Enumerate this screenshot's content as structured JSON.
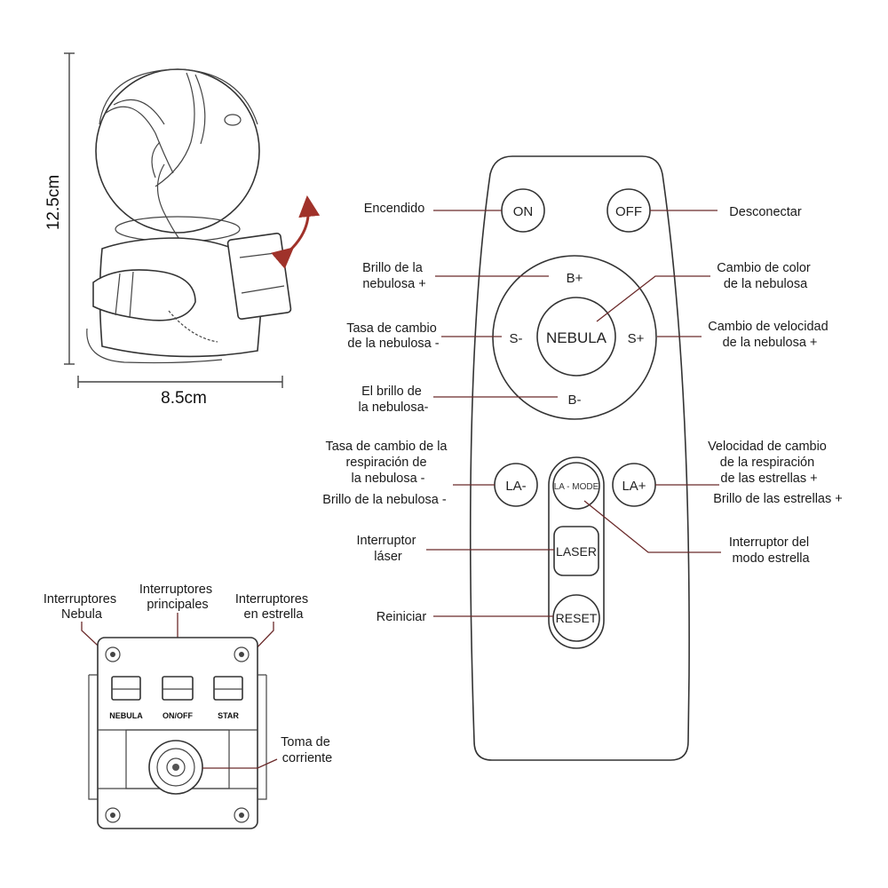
{
  "dimensions": {
    "height": "12.5cm",
    "width": "8.5cm"
  },
  "remote": {
    "buttons": {
      "on": "ON",
      "off": "OFF",
      "b_plus": "B+",
      "b_minus": "B-",
      "s_minus": "S-",
      "s_plus": "S+",
      "nebula": "NEBULA",
      "la_minus": "LA-",
      "la_plus": "LA+",
      "la_mode": "LA - MODE",
      "laser": "LASER",
      "reset": "RESET"
    },
    "labels": {
      "encendido": "Encendido",
      "desconectar": "Desconectar",
      "brillo_plus": [
        "Brillo de la",
        "nebulosa +"
      ],
      "cambio_color": [
        "Cambio de color",
        "de la nebulosa"
      ],
      "tasa_minus": [
        "Tasa de cambio",
        "de la nebulosa -"
      ],
      "vel_plus": [
        "Cambio de velocidad",
        "de la nebulosa +"
      ],
      "brillo_minus": [
        "El brillo de",
        "la nebulosa-"
      ],
      "respiracion_minus": [
        "Tasa de cambio de la",
        "respiración de",
        "la nebulosa -"
      ],
      "brillo_nebulosa_minus": "Brillo de la nebulosa -",
      "respiracion_plus": [
        "Velocidad de cambio",
        "de la respiración",
        "de las estrellas +"
      ],
      "brillo_estrellas_plus": "Brillo de las estrellas +",
      "interruptor_laser": [
        "Interruptor",
        "láser"
      ],
      "interruptor_modo": [
        "Interruptor del",
        "modo estrella"
      ],
      "reiniciar": "Reiniciar"
    }
  },
  "base": {
    "labels": {
      "nebula_switches": [
        "Interruptores",
        "Nebula"
      ],
      "main_switches": [
        "Interruptores",
        "principales"
      ],
      "star_switches": [
        "Interruptores",
        "en estrella"
      ],
      "power_socket": [
        "Toma de",
        "corriente"
      ]
    },
    "switch_names": {
      "nebula": "NEBULA",
      "onoff": "ON/OFF",
      "star": "STAR"
    }
  },
  "colors": {
    "leader": "#6b2a2a",
    "arrow": "#a0322a",
    "outline": "#333333"
  }
}
